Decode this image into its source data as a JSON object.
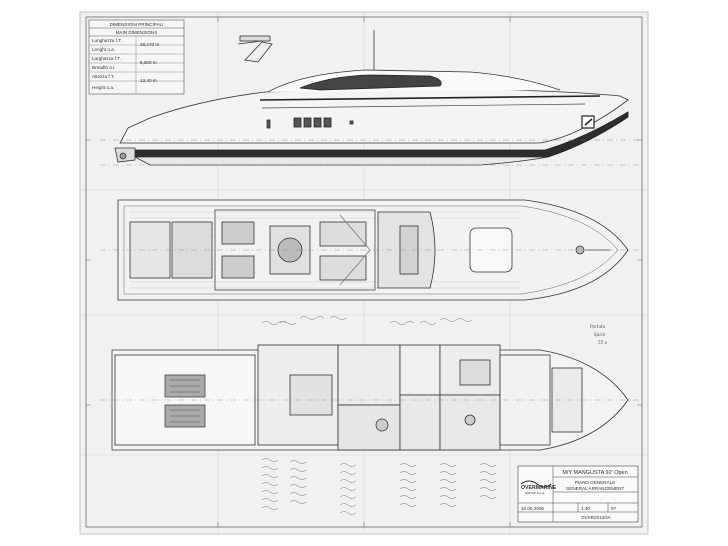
{
  "dimensions_table": {
    "title_it": "DIMENSIONI PRINCIPALI",
    "title_en": "MAIN DIMENSIONS",
    "rows": [
      {
        "label": "Lunghezza f.T.",
        "value": "28,270 m"
      },
      {
        "label": "Lenght o.a.",
        "value": ""
      },
      {
        "label": "Larghezza f.T.",
        "value": "6,600 m"
      },
      {
        "label": "Breadth o.l.",
        "value": ""
      },
      {
        "label": "Altezza f.T.",
        "value": "13,40 m"
      },
      {
        "label": "Height o.a.",
        "value": ""
      }
    ]
  },
  "title_block": {
    "vessel": "M/Y MANGUSTA 92' Open",
    "title_it": "PIANO GENERALE",
    "title_en": "GENERAL ARRANGEMENT",
    "date": "10.05.2005",
    "scale": "1:40",
    "sheet": "07",
    "drawing_no": "OVSR2012DA",
    "brand": "OVERMARINE",
    "brand_sub": "GROUP S.p.A."
  },
  "handwritten_note": {
    "line1": "Portata",
    "line2": "Spice",
    "line3": "55 o"
  }
}
